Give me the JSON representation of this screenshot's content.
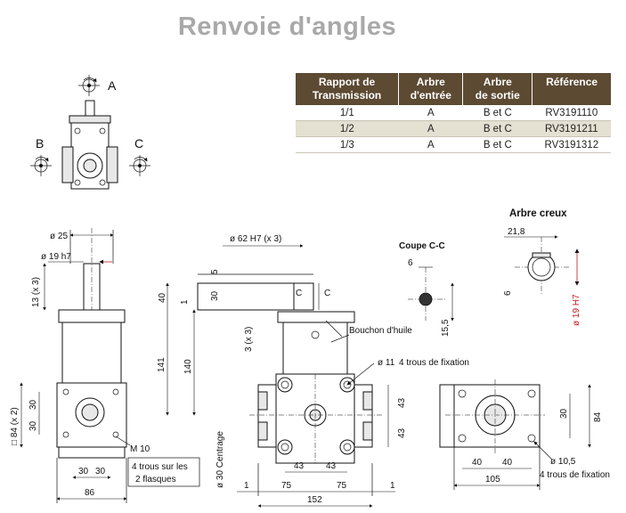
{
  "title": "Renvoie d'angles",
  "table": {
    "headers": [
      [
        "Rapport de",
        "Transmission"
      ],
      [
        "Arbre",
        "d'entrée"
      ],
      [
        "Arbre",
        "de sortie"
      ],
      [
        "Référence",
        ""
      ]
    ],
    "rows": [
      [
        "1/1",
        "A",
        "B et C",
        "RV3191110"
      ],
      [
        "1/2",
        "A",
        "B et C",
        "RV3191211"
      ],
      [
        "1/3",
        "A",
        "B et C",
        "RV3191312"
      ]
    ]
  },
  "icon_view": {
    "label_a": "A",
    "label_b": "B",
    "label_c": "C"
  },
  "side_view": {
    "dia_25": "ø 25",
    "dia_19": "ø 19 h7",
    "dim_13x3": "13 (x 3)",
    "dim_84x2": "□ 84 (x 2)",
    "dim_30a": "30",
    "dim_30b": "30",
    "m10": "M 10",
    "note_line1": "4 trous sur les",
    "note_line2": "2 flasques",
    "dim_30_30_a": "30",
    "dim_30_30_b": "30",
    "dim_86": "86"
  },
  "front_view": {
    "dia_62": "ø 62 H7 (x 3)",
    "dim_5": "5",
    "dim_40": "40",
    "dim_1": "1",
    "dim_30": "30",
    "dim_3x3": "3 (x 3)",
    "dim_141": "141",
    "dim_140": "140",
    "c_left": "C",
    "c_right": "C",
    "bouchon": "Bouchon d'huile",
    "dia_11": "ø 11",
    "fixation_note": "4 trous de fixation",
    "dim_43_right_top": "43",
    "dim_43_right_bottom": "43",
    "dim_43_left": "43",
    "dim_43_right": "43",
    "centrage": "ø 30  Centrage",
    "dim_1_left": "1",
    "dim_75_left": "75",
    "dim_75_right": "75",
    "dim_1_right": "1",
    "dim_152": "152"
  },
  "coupe": {
    "title": "Coupe C-C",
    "dim_6": "6",
    "dim_15_5": "15,5"
  },
  "arbre_creux": {
    "title": "Arbre creux",
    "dim_21_8": "21,8",
    "dim_6": "6",
    "dia_19h7": "ø 19 H7"
  },
  "right_view": {
    "dim_30": "30",
    "dim_84": "84",
    "dim_40a": "40",
    "dim_40b": "40",
    "dim_105": "105",
    "dia_10_5": "ø 10,5",
    "fixation_note": "4 trous de fixation"
  }
}
